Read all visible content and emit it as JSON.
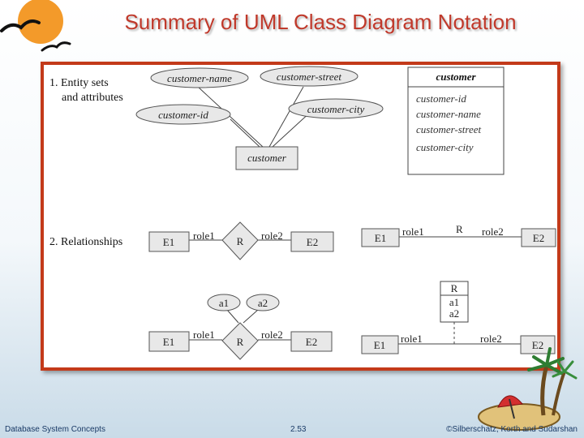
{
  "slide": {
    "title": "Summary of UML Class Diagram Notation",
    "footer_left": "Database System Concepts",
    "footer_page": "2.53",
    "footer_right": "©Silberschatz, Korth and Sudarshan"
  },
  "diagram": {
    "section1_line1": "1. Entity sets",
    "section1_line2": "and attributes",
    "section2": "2. Relationships",
    "er_attributes": {
      "name": "customer-name",
      "street": "customer-street",
      "id": "customer-id",
      "city": "customer-city"
    },
    "er_entity": "customer",
    "uml_class": {
      "name": "customer",
      "attributes": [
        "customer-id",
        "customer-name",
        "customer-street",
        "customer-city"
      ]
    },
    "rel1": {
      "e1": "E1",
      "e2": "E2",
      "r": "R",
      "role1": "role1",
      "role2": "role2"
    },
    "uml_rel1": {
      "e1": "E1",
      "e2": "E2",
      "r": "R",
      "role1": "role1",
      "role2": "role2"
    },
    "rel2": {
      "e1": "E1",
      "e2": "E2",
      "r": "R",
      "role1": "role1",
      "role2": "role2",
      "a1": "a1",
      "a2": "a2"
    },
    "uml_rel2": {
      "e1": "E1",
      "e2": "E2",
      "role1": "role1",
      "role2": "role2",
      "class_name": "R",
      "class_attrs": [
        "a1",
        "a2"
      ]
    }
  },
  "colors": {
    "title": "#c0392b",
    "frame": "#c33a1a",
    "box_fill": "#e8e8e8"
  }
}
